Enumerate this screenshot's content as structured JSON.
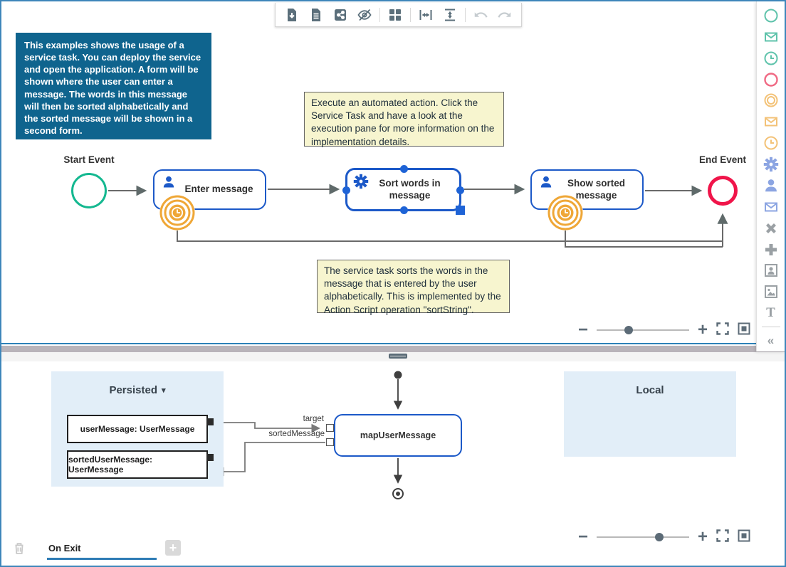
{
  "toolbar": {
    "icons": [
      "download-document",
      "document",
      "share",
      "hide-decorators",
      "grid-layout",
      "distribute-horizontal",
      "distribute-vertical",
      "undo",
      "redo"
    ]
  },
  "palette": {
    "icons": [
      "start-event",
      "message-start-event",
      "timer-start-event",
      "end-event",
      "intermediate-event",
      "message-intermediate-event",
      "timer-intermediate-event",
      "service-task",
      "user-task",
      "email-activity",
      "gateway-x",
      "gateway-plus",
      "user-dialog",
      "image",
      "text"
    ],
    "collapse_label": "«"
  },
  "canvas": {
    "info_box_text": "This examples shows the usage of a service task. You can deploy the service and open the application. A form will be shown where the user can enter a message. The words in this message will then be sorted alphabetically and the sorted message will be shown in a second form.",
    "notes": [
      "Execute an automated action. Click the Service Task and have a look at the execution pane for more information on the implementation details.",
      "The service task sorts the words in the message that is entered by the user alphabetically. This is implemented by the Action Script operation \"sortString\"."
    ],
    "flow": {
      "start_event_label": "Start Event",
      "end_event_label": "End Event",
      "tasks": [
        {
          "label": "Enter message",
          "type": "user-task"
        },
        {
          "label": "Sort words in message",
          "type": "service-task",
          "selected": true
        },
        {
          "label": "Show sorted message",
          "type": "user-task"
        }
      ]
    }
  },
  "mapping": {
    "persisted": {
      "title": "Persisted",
      "variables": [
        "userMessage: UserMessage",
        "sortedUserMessage: UserMessage"
      ]
    },
    "local": {
      "title": "Local"
    },
    "node_label": "mapUserMessage",
    "connection_labels": {
      "target": "target",
      "sorted_message": "sortedMessage"
    }
  },
  "footer": {
    "tab_label": "On Exit"
  },
  "zoom_controls": {
    "minus": "−",
    "plus": "+"
  },
  "colors": {
    "frame_blue": "#3E86BA",
    "task_border": "#1C59C8",
    "start_event_green": "#14B890",
    "end_event_red": "#F0154A",
    "timer_orange": "#EFA737",
    "info_box_bg": "#0F648E",
    "note_bg": "#F7F5CF",
    "pool_bg": "#E2EEF8",
    "toolbar_icon": "#5B6F7B",
    "palette_green": "#5FC3AB",
    "palette_red": "#F06A84",
    "palette_orange": "#F3C277",
    "palette_blue": "#8CA5E2",
    "palette_gray": "#9AA0A4"
  }
}
